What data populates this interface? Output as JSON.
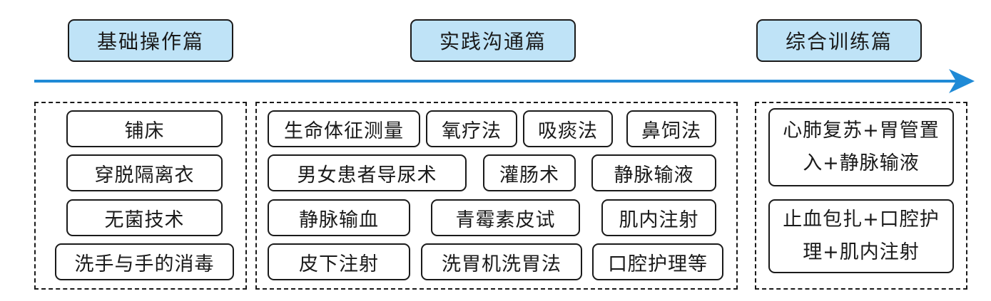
{
  "headers": {
    "basic": "基础操作篇",
    "practice": "实践沟通篇",
    "comprehensive": "综合训练篇"
  },
  "colors": {
    "header_fill": "#bfe3f7",
    "arrow": "#1f8ad6",
    "stroke": "#1a1a1a"
  },
  "basic_items": [
    "铺床",
    "穿脱隔离衣",
    "无菌技术",
    "洗手与手的消毒"
  ],
  "practice_items": [
    "生命体征测量",
    "氧疗法",
    "吸痰法",
    "鼻饲法",
    "男女患者导尿术",
    "灌肠术",
    "静脉输液",
    "静脉输血",
    "青霉素皮试",
    "肌内注射",
    "皮下注射",
    "洗胃机洗胃法",
    "口腔护理等"
  ],
  "comprehensive_items": [
    "心肺复苏+胃管置入+静脉输液",
    "止血包扎+口腔护理+肌内注射"
  ]
}
